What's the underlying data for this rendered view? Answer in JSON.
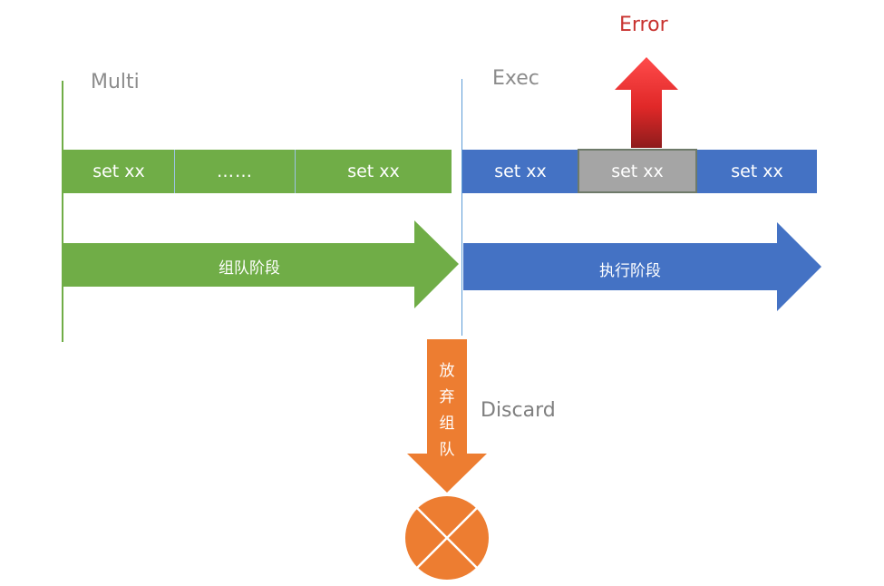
{
  "phases": {
    "multi_label": "Multi",
    "exec_label": "Exec",
    "error_label": "Error",
    "discard_label": "Discard"
  },
  "queue_bar": {
    "segments": [
      "set xx",
      "……",
      "set xx"
    ]
  },
  "exec_bar": {
    "segments": [
      "set xx",
      "set xx",
      "set xx"
    ]
  },
  "arrows": {
    "queue_stage": "组队阶段",
    "exec_stage": "执行阶段",
    "discard_stage": "放弃组队"
  },
  "colors": {
    "green": "#70ad47",
    "blue": "#4472c4",
    "orange": "#ed7d31",
    "gray": "#a5a5a5",
    "error_red": "#c8322f"
  }
}
